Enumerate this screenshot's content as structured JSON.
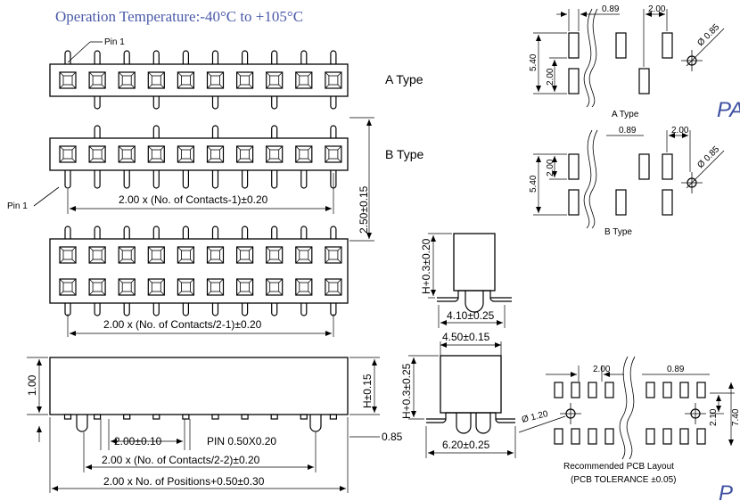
{
  "header": {
    "operation_temperature": "Operation Temperature:-40°C to +105°C"
  },
  "views": {
    "a_type": {
      "pin1": "Pin 1",
      "label": "A Type"
    },
    "b_type": {
      "pin1": "Pin 1",
      "label": "B Type",
      "dim_pitch": "2.00 x (No. of Contacts-1)±0.20",
      "dim_height": "2.50±0.15"
    },
    "dual_row": {
      "dim_pitch": "2.00 x (No. of Contacts/2-1)±0.20"
    },
    "side": {
      "dim_1_00": "1.00",
      "dim_h": "H±0.15",
      "dim_pitch": "2.00±0.10",
      "dim_pin": "PIN 0.50X0.20",
      "dim_0_85": "0.85",
      "dim_contacts": "2.00 x (No. of Contacts/2-2)±0.20",
      "dim_positions": "2.00 x No. of Positions+0.50±0.30"
    },
    "profile_single": {
      "dim_h": "H+0.3±0.20",
      "dim_w": "4.10±0.25"
    },
    "profile_dual": {
      "dim_top": "4.50±0.15",
      "dim_h": "H+0.3±0.25",
      "dim_w": "6.20±0.25"
    },
    "pcb_a": {
      "d089": "0.89",
      "d200": "2.00",
      "d540": "5.40",
      "d200v": "2.00",
      "hole": "Ø 0.85",
      "label": "A Type"
    },
    "pcb_b": {
      "d089": "0.89",
      "d200": "2.00",
      "d540": "5.40",
      "d200v": "2.00",
      "hole": "Ø 0.85",
      "label": "B Type"
    },
    "pcb_dual": {
      "d200": "2.00",
      "d089": "0.89",
      "hole": "Ø 1.20",
      "d210": "2.10",
      "d740": "7.40",
      "caption1": "Recommended PCB Layout",
      "caption2": "(PCB TOLERANCE ±0.05)"
    }
  },
  "brand_fragments": {
    "top": "PA",
    "bottom": "P"
  }
}
